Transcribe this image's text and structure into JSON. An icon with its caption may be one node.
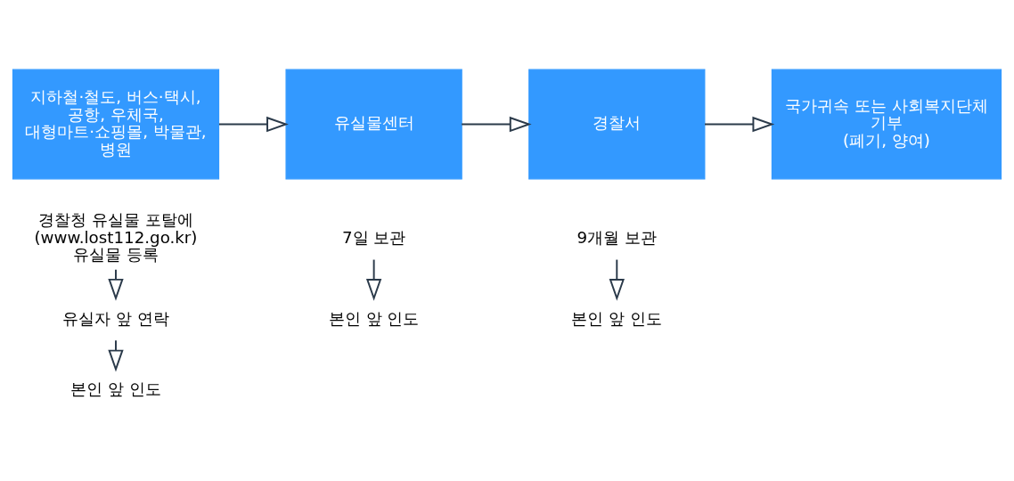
{
  "diagram": {
    "nodes": [
      {
        "text": [
          "지하철·철도, 버스·택시, 공항, 우체국, 대형마트·쇼핑몰, 박물관, 병원"
        ]
      },
      {
        "text": [
          "유실물센터"
        ]
      },
      {
        "text": [
          "경찰서"
        ]
      },
      {
        "text": [
          "국가귀속 또는 사회복지단체 기부",
          "(폐기, 양여)"
        ]
      },
      {
        "text": [
          "경찰청 유실물 포탈에 (www.lost112.go.kr) 유실물 등록"
        ]
      },
      {
        "text": [
          "7일 보관"
        ]
      },
      {
        "text": [
          "9개월 보관"
        ]
      },
      {
        "text": [
          "유실자 앞 연락"
        ]
      },
      {
        "text": [
          "본인 앞 인도"
        ]
      },
      {
        "text": [
          "본인 앞 인도"
        ]
      },
      {
        "text": [
          "본인 앞 인도"
        ]
      }
    ],
    "edges": [
      {
        "from": 0,
        "to": 1,
        "arrow": "to"
      },
      {
        "from": 1,
        "to": 2,
        "arrow": "to"
      },
      {
        "from": 2,
        "to": 3,
        "arrow": "to"
      },
      {
        "from": 4,
        "to": 7,
        "arrow": "to"
      },
      {
        "from": 7,
        "to": 10,
        "arrow": "to"
      },
      {
        "from": 5,
        "to": 8,
        "arrow": "to"
      },
      {
        "from": 6,
        "to": 9,
        "arrow": "to"
      }
    ]
  }
}
